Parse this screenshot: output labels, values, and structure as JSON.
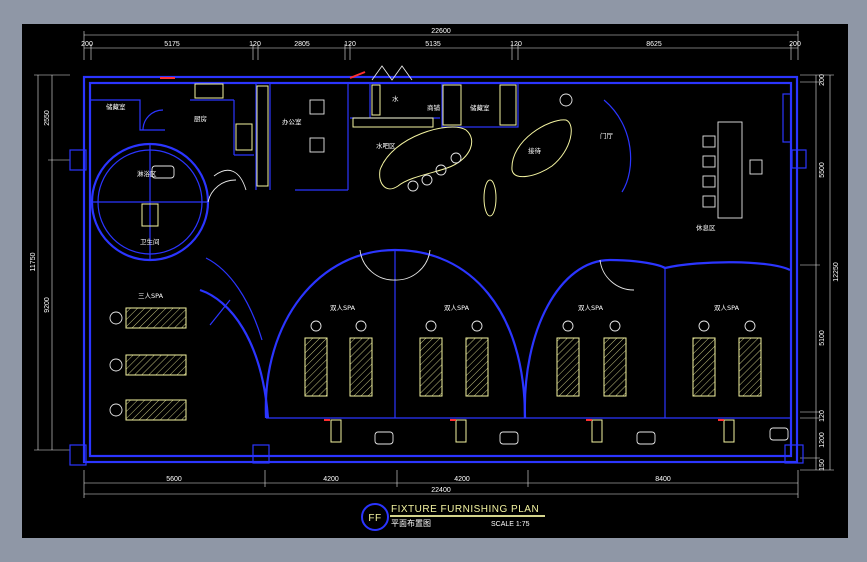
{
  "dims_top_total": "22600",
  "dims_top": [
    "200",
    "5175",
    "120",
    "2805",
    "120",
    "5135",
    "120",
    "8625",
    "200"
  ],
  "dims_bottom": [
    "5600",
    "4200",
    "4200",
    "8400"
  ],
  "dims_bottom_total": "22400",
  "dims_left": [
    "2550",
    "11750",
    "9200"
  ],
  "dims_right": [
    "200",
    "5500",
    "12250",
    "5100",
    "120",
    "1200",
    "150"
  ],
  "rooms": {
    "storage_left": "储藏室",
    "kitchen": "厨房",
    "staff": "办公室",
    "water": "水",
    "storage_mid": "储藏室",
    "shop": "商铺",
    "bar": "水吧区",
    "reception": "接待",
    "lobby": "门厅",
    "rest": "休息区",
    "toilet": "卫生间",
    "washroom": "淋浴区",
    "room_three": "三人SPA",
    "room_double_1": "双人SPA",
    "room_double_2": "双人SPA",
    "room_double_3": "双人SPA",
    "room_double_4": "双人SPA"
  },
  "title": {
    "badge": "FF",
    "main": "FIXTURE FURNISHING PLAN",
    "sub": "平面布置图",
    "scale": "SCALE 1:75"
  }
}
